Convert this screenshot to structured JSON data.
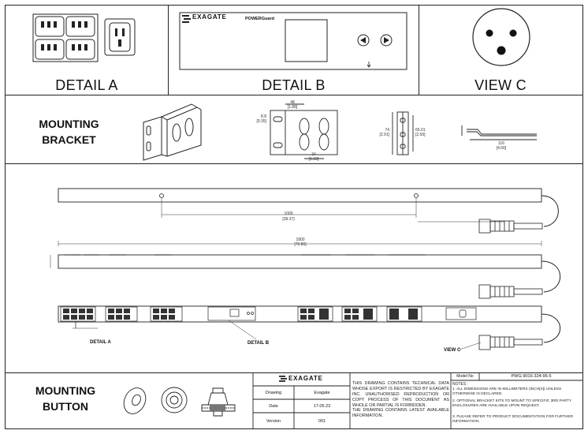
{
  "detail_a": {
    "label": "DETAIL A"
  },
  "detail_b": {
    "label": "DETAIL B",
    "brand": "EXAGATE",
    "product": "POWERGuard"
  },
  "view_c": {
    "label": "VIEW C"
  },
  "mounting_bracket": {
    "label_line1": "MOUNTING",
    "label_line2": "BRACKET",
    "dims": {
      "width_top": "48",
      "width_top_in": "[1.88]",
      "hole_spacing": "34",
      "hole_spacing_in": "[1.33]",
      "height_small": "8.8",
      "height_small_in": "[0.35]",
      "side_a": "74",
      "side_a_in": "[2.91]",
      "side_b": "65.01",
      "side_b_in": "[2.56]",
      "length": "116",
      "length_in": "[4.56]"
    }
  },
  "main": {
    "dim_1000": "1000",
    "dim_1000_in": "[39.37]",
    "dim_1800": "1800",
    "dim_1800_in": "[70.86]",
    "callout_a": "DETAIL A",
    "callout_b": "DETAIL B",
    "callout_c": "VIEW C"
  },
  "mounting_button": {
    "label_line1": "MOUNTING",
    "label_line2": "BUTTON"
  },
  "title_block": {
    "brand": "EXAGATE",
    "rows": [
      {
        "key": "Drawing",
        "value": "Exagate"
      },
      {
        "key": "Date",
        "value": "17.05.23"
      },
      {
        "key": "Version",
        "value": "001"
      }
    ],
    "disclaimer_1": "THIS DRAWING CONTAINS TECHNICAL DATA WHOSE EXPORT IS RESTRICTED BY EXAGATE INC. UNAUTHORISED REPRODUCTION OR COPY PROCESS OF THIS DOCUMENT AS WHOLE OR PARTIAL IS FORBIDDEN.",
    "disclaimer_2": "THE DRAWING CONTAINS LATEST AVAILABLE INFORMATION.",
    "model_key": "Model No",
    "model_value": "PWG-9016-324-96-5",
    "notes_title": "NOTES :",
    "note_1": "1. ALL DIMENSIONS ARE IN MILLIMETERS (INCH[S]) UNLESS OTHERWISE IS DECLARED.",
    "note_2": "2. OPTIONAL BRACKET KITS TO MOUNT TO SPECIFIC 3RD PARTY ENCLOSURES ARE AVAILABLE UPON REQUEST.",
    "note_3": "3. PLEASE REFER TO PRODUCT DOCUMENTATION FOR FURTHER INFORMATION."
  }
}
